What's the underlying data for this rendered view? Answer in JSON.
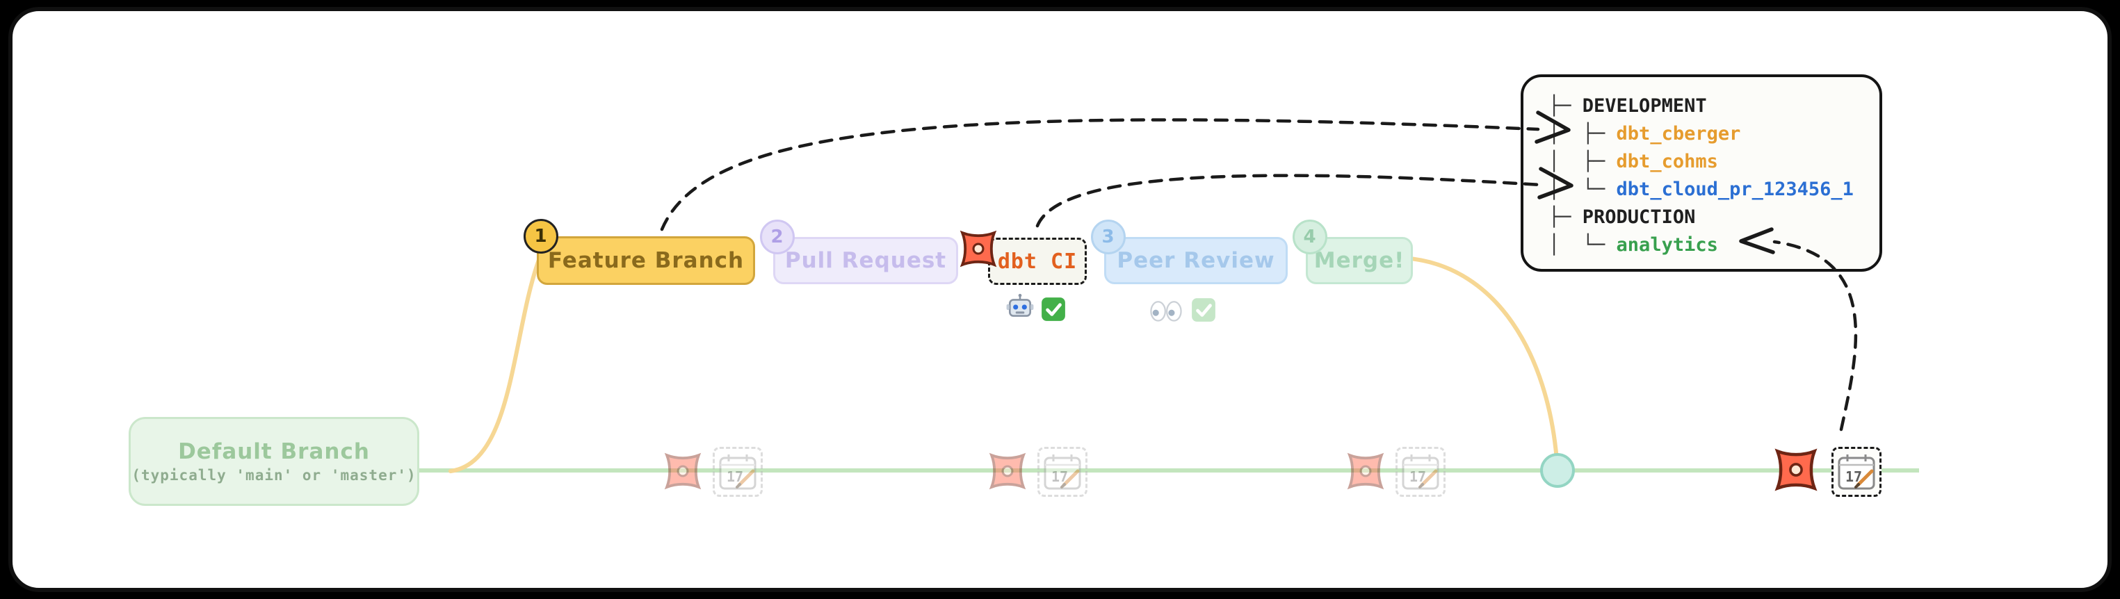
{
  "default_branch": {
    "title": "Default Branch",
    "subtitle": "(typically 'main' or 'master')"
  },
  "steps": {
    "feature_branch": {
      "number": "1",
      "label": "Feature Branch",
      "state": "active"
    },
    "pull_request": {
      "number": "2",
      "label": "Pull Request",
      "state": "faded"
    },
    "dbt_ci": {
      "label": "dbt CI",
      "icon": "dbt-logo",
      "state": "active"
    },
    "peer_review": {
      "number": "3",
      "label": "Peer Review",
      "state": "faded"
    },
    "merge": {
      "number": "4",
      "label": "Merge!",
      "state": "faded"
    }
  },
  "ci_badges": {
    "dbt_ci": [
      "robot-icon",
      "check-icon"
    ],
    "peer_review": [
      "eyes-icon",
      "check-icon"
    ]
  },
  "tree_panel": {
    "lines": [
      {
        "prefix": "├─ ",
        "name": "DEVELOPMENT",
        "color": "#1f1f1f"
      },
      {
        "prefix": "│  ├─ ",
        "name": "dbt_cberger",
        "color": "#e69c2e",
        "pointer": "arrow-from-feature-branch"
      },
      {
        "prefix": "│  ├─ ",
        "name": "dbt_cohms",
        "color": "#e69c2e"
      },
      {
        "prefix": "│  └─ ",
        "name": "dbt_cloud_pr_123456_1",
        "color": "#2b6fd3",
        "pointer": "arrow-from-dbt-ci"
      },
      {
        "prefix": "├─ ",
        "name": "PRODUCTION",
        "color": "#1f1f1f"
      },
      {
        "prefix": "│  └─ ",
        "name": "analytics",
        "color": "#38a04e",
        "pointer": "arrow-from-scheduled-run"
      }
    ]
  },
  "calendar_day": "17",
  "colors": {
    "dbt_orange": "#ff6a4d",
    "feature_yellow": "#fbd162",
    "timeline_green": "#c3e5bd",
    "branch_curve_yellow": "#f6d794",
    "merge_dot_teal": "#cdeee6",
    "tree_dev_orange": "#e69c2e",
    "tree_pr_blue": "#2b6fd3",
    "tree_prod_green": "#38a04e"
  }
}
